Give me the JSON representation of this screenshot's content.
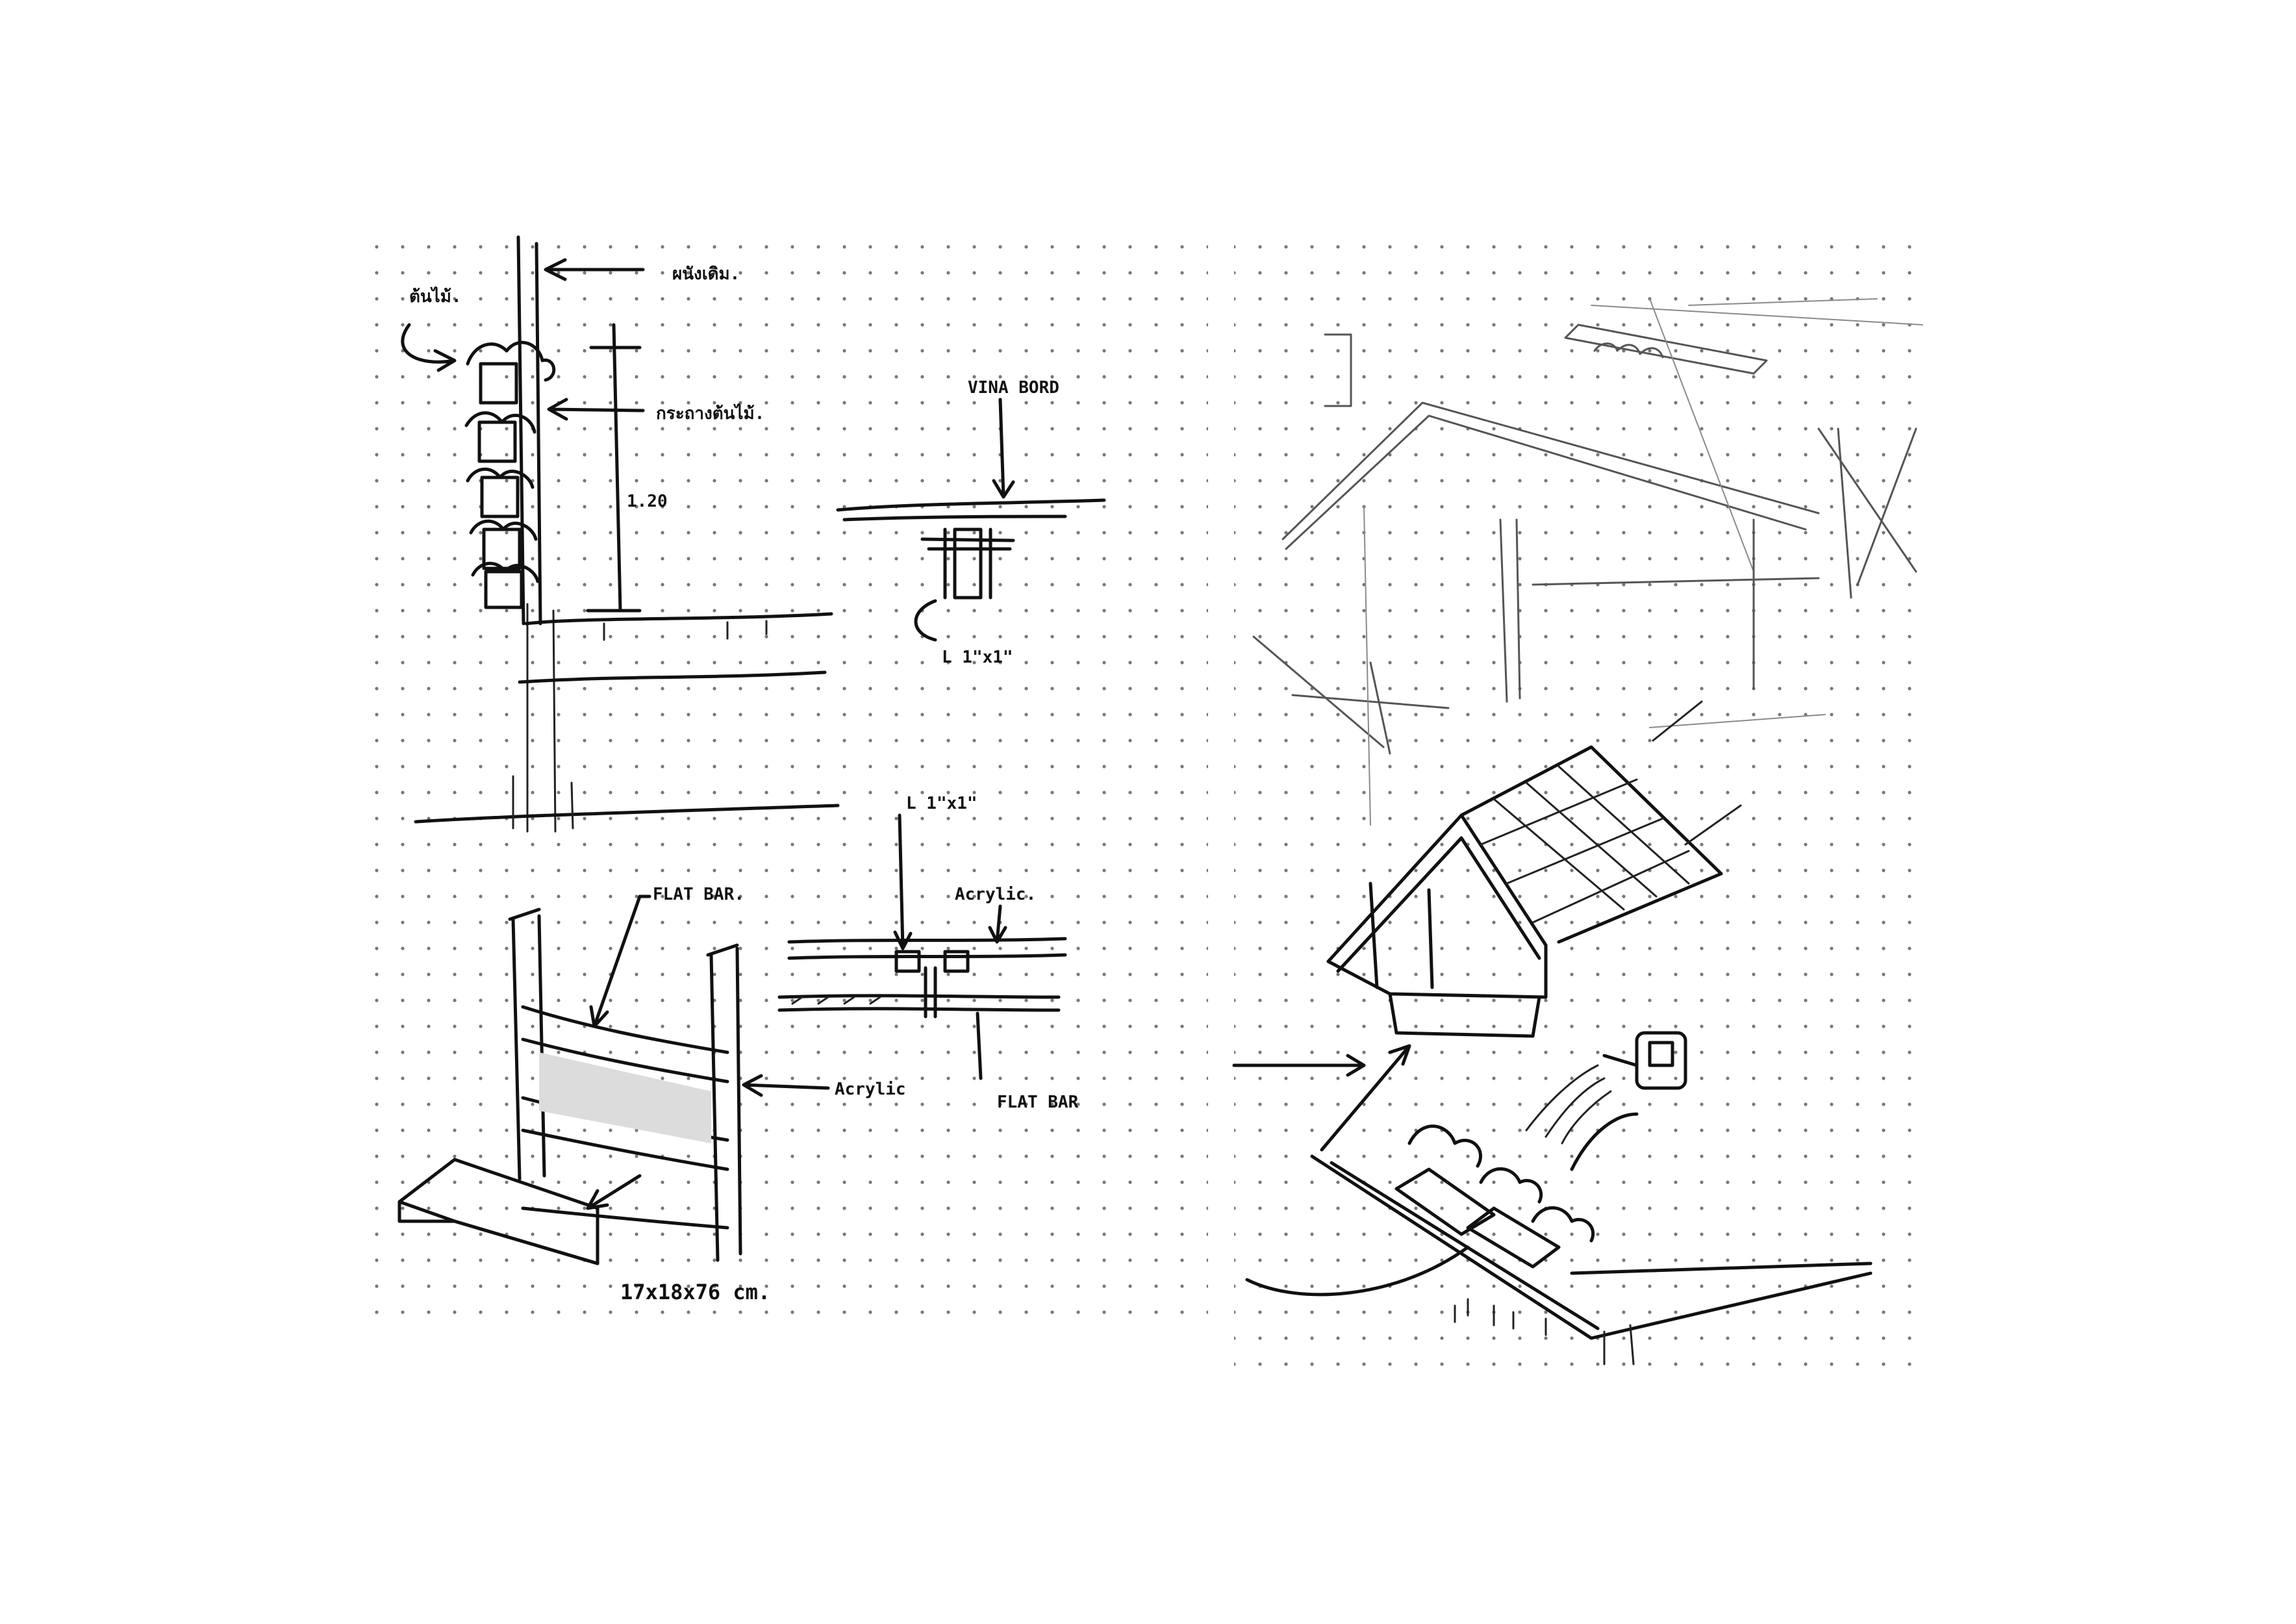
{
  "sketches": {
    "wall_section": {
      "label_top": "ผนังเดิม.",
      "label_plants": "ต้นไม้.",
      "label_pots": "กระถางต้นไม้.",
      "height_dim": "1.20"
    },
    "wall_detail": {
      "label_board": "VINA BORD",
      "label_angle": "L 1\"x1\""
    },
    "panel_iso": {
      "label_flatbar": "FLAT BAR.",
      "label_acrylic": "Acrylic",
      "dimension": "17x18x76 cm."
    },
    "panel_detail": {
      "label_angle": "L 1\"x1\"",
      "label_acrylic": "Acrylic.",
      "label_flatbar": "FLAT BAR"
    }
  }
}
